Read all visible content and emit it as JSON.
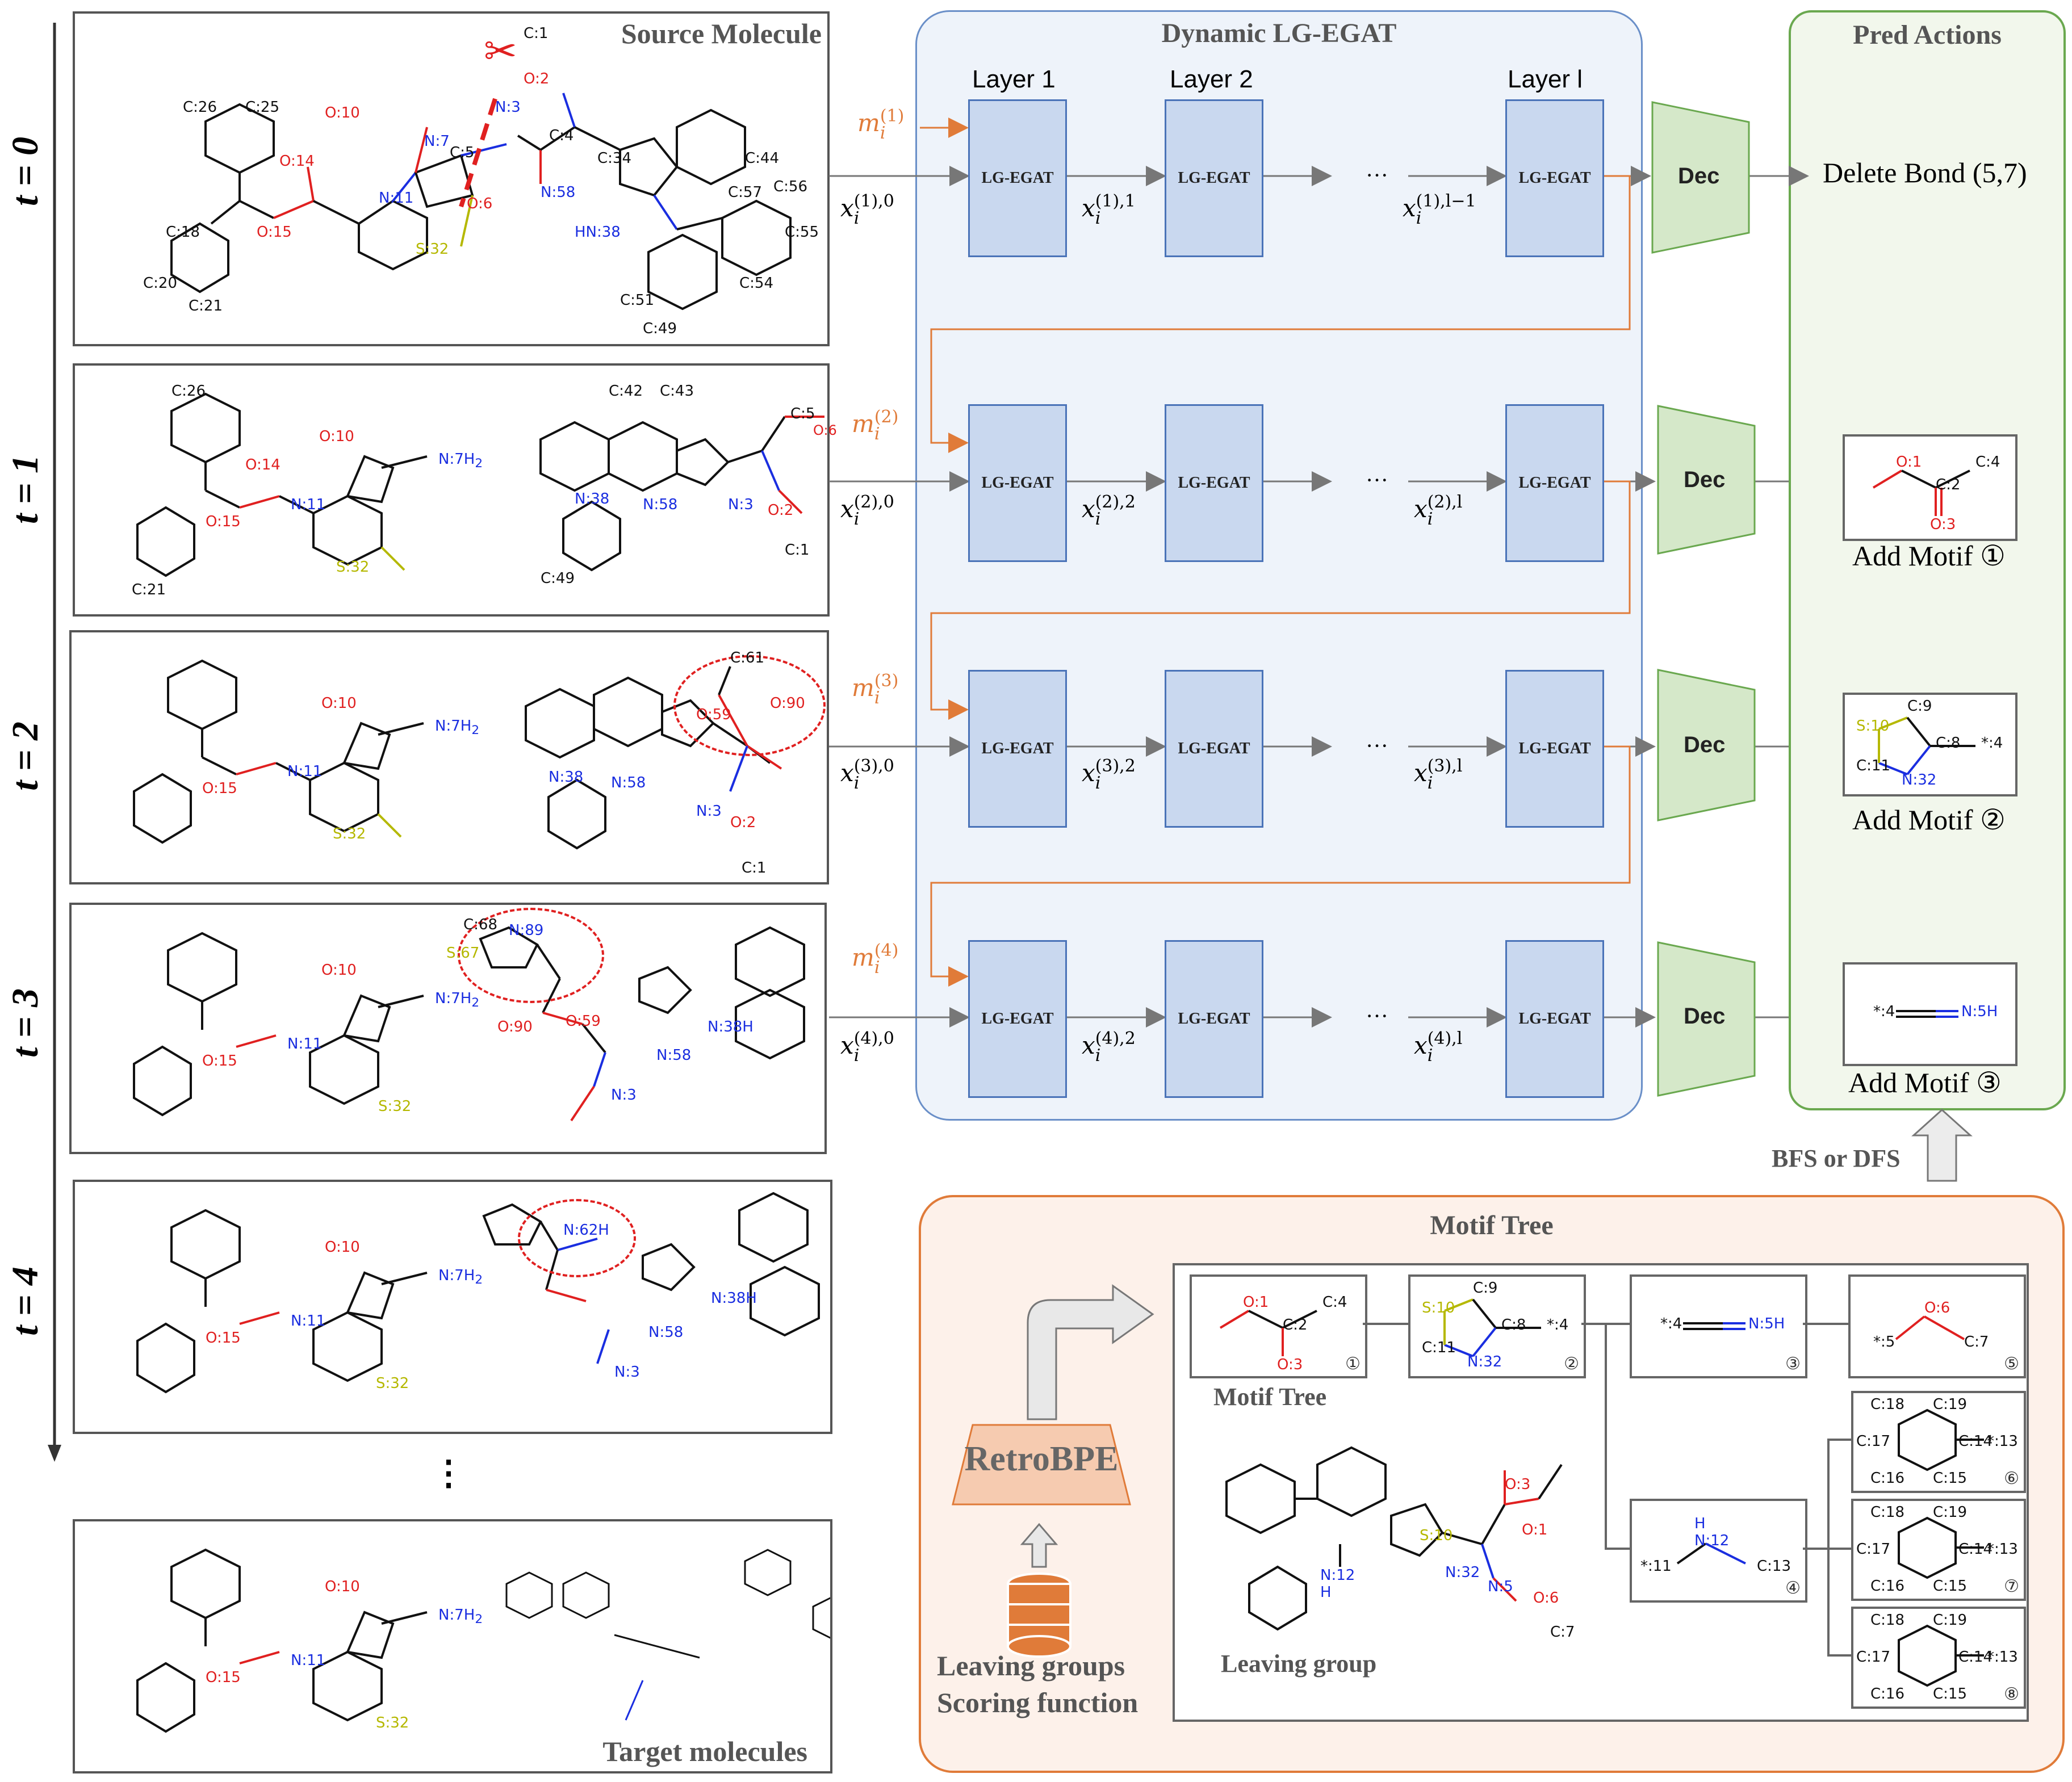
{
  "time_labels": [
    "t = 0",
    "t = 1",
    "t = 2",
    "t = 3",
    "t = 4"
  ],
  "ellipsis_vertical": "⋮",
  "molecule_panels": {
    "source_title": "Source Molecule",
    "target_title": "Target molecules"
  },
  "egat": {
    "title": "Dynamic LG-EGAT",
    "layer_labels": [
      "Layer 1",
      "Layer 2",
      "Layer l"
    ],
    "box_label": "LG-EGAT",
    "dots": "···",
    "dec_label": "Dec",
    "messages": [
      "m_i^(1)",
      "m_i^(2)",
      "m_i^(3)",
      "m_i^(4)"
    ],
    "rows": [
      {
        "x0": "x_i^(1),0",
        "x1": "x_i^(1),1",
        "xl": "x_i^(1),l−1"
      },
      {
        "x0": "x_i^(2),0",
        "x1": "x_i^(2),2",
        "xl": "x_i^(2),l"
      },
      {
        "x0": "x_i^(3),0",
        "x1": "x_i^(3),2",
        "xl": "x_i^(3),l"
      },
      {
        "x0": "x_i^(4),0",
        "x1": "x_i^(4),2",
        "xl": "x_i^(4),l"
      }
    ]
  },
  "pred_actions": {
    "title": "Pred Actions",
    "action0": "Delete Bond (5,7)",
    "action1": "Add Motif ①",
    "action2": "Add Motif ②",
    "action3": "Add Motif ③"
  },
  "bfs_label": "BFS or DFS",
  "motif_tree": {
    "title": "Motif Tree",
    "subtitle": "Motif Tree",
    "leaving_group_label": "Leaving group",
    "retrobpe": "RetroBPE",
    "db_caption_line1": "Leaving groups",
    "db_caption_line2": "Scoring function",
    "circled": [
      "①",
      "②",
      "③",
      "④",
      "⑤",
      "⑥",
      "⑦",
      "⑧"
    ]
  },
  "colors": {
    "oxygen": "#e02020",
    "nitrogen": "#1a2ee0",
    "sulfur": "#b5b800",
    "orange": "#e07b39",
    "green": "#6aa84f",
    "blue": "#4a73b8"
  }
}
